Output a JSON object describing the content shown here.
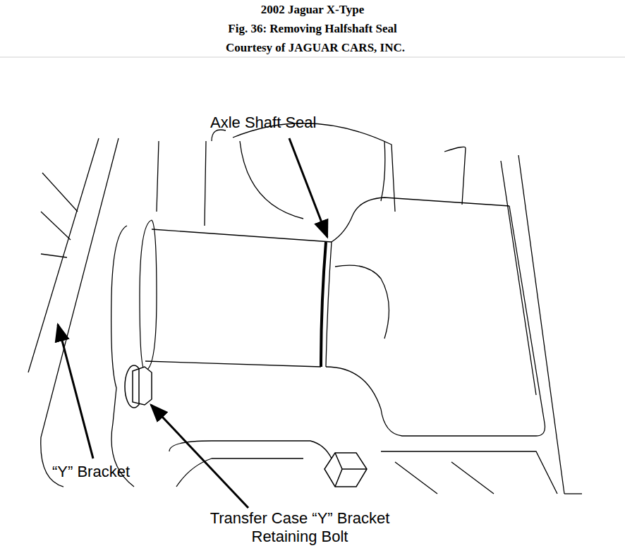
{
  "diagram": {
    "title": "2002 Jaguar X-Type",
    "caption": "Fig. 36: Removing Halfshaft Seal",
    "labels": [
      "Courtesy of JAGUAR CARS, INC.",
      "Axle Shaft Seal",
      "“Y” Bracket",
      "Transfer Case “Y” Bracket Retaining Bolt"
    ]
  }
}
